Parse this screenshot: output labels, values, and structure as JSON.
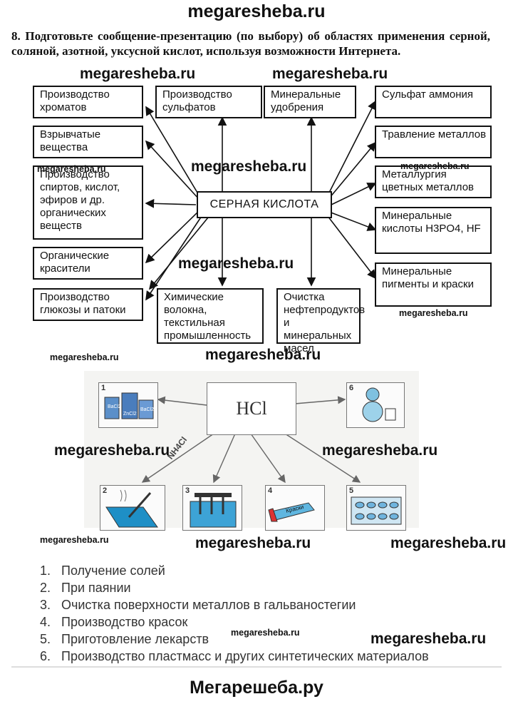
{
  "header": "megaresheba.ru",
  "question": "8. Подготовьте сообщение-презентацию (по выбору) об областях применения серной, соляной, азотной, уксусной кислот, используя возможности Интернета.",
  "watermark": "megaresheba.ru",
  "diagram": {
    "center": "СЕРНАЯ КИСЛОТА",
    "left": [
      "Производство хроматов",
      "Взрывчатые вещества",
      "Производство спиртов, кислот, эфиров и др. органических веществ",
      "Органические красители",
      "Производство глюкозы и патоки"
    ],
    "top": [
      "Производство сульфатов",
      "Минеральные удобрения"
    ],
    "bottom": [
      "Химические волокна, текстильная промышленность",
      "Очистка нефтепродуктов и минеральных масел"
    ],
    "right": [
      "Сульфат аммония",
      "Травление металлов",
      "Металлургия цветных металлов",
      "Минеральные кислоты H3PO4, HF",
      "Минеральные пигменты и краски"
    ]
  },
  "hcl": {
    "center": "HCl",
    "reagent": "NH4Cl",
    "pictures": [
      "1",
      "2",
      "3",
      "4",
      "5",
      "6"
    ],
    "paint_label": "Краски",
    "salts": [
      "BaCl2",
      "BaCl2",
      "ZnCl2"
    ]
  },
  "uses": [
    {
      "n": "1.",
      "text": "Получение солей"
    },
    {
      "n": "2.",
      "text": "При паянии"
    },
    {
      "n": "3.",
      "text": "Очистка поверхности металлов в гальваностегии"
    },
    {
      "n": "4.",
      "text": "Производство красок"
    },
    {
      "n": "5.",
      "text": "Приготовление лекарств"
    },
    {
      "n": "6.",
      "text": "Производство пластмасс и других синтетических материалов"
    }
  ],
  "footer": "Мегарешеба.ру"
}
